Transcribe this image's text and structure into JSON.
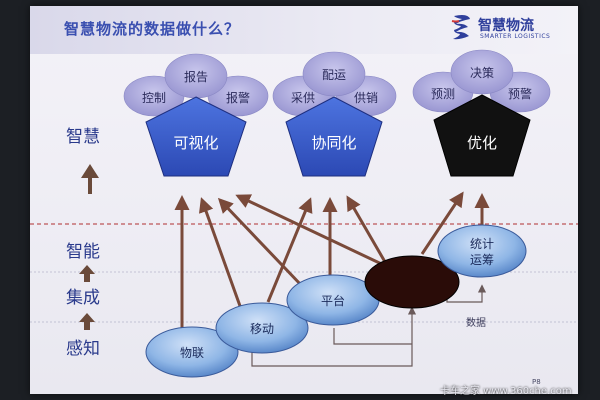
{
  "slide": {
    "title": "智慧物流的数据做什么？",
    "page_number": "P8"
  },
  "brand": {
    "name": "智慧物流",
    "subtitle": "SMARTER LOGISTICS",
    "colors": {
      "primary": "#2f3f9c",
      "accent": "#d23a3a"
    }
  },
  "levels": {
    "wisdom": "智慧",
    "intelligence": "智能",
    "integration": "集成",
    "perception": "感知"
  },
  "groups": {
    "visualize": {
      "label": "可视化",
      "petals": {
        "left": "控制",
        "top": "报告",
        "right": "报警"
      }
    },
    "collaborate": {
      "label": "协同化",
      "petals": {
        "left": "采供",
        "top": "配运",
        "right": "供销"
      }
    },
    "optimize": {
      "label": "优化",
      "petals": {
        "left": "预测",
        "top": "决策",
        "right": "预警"
      }
    }
  },
  "nodes": {
    "iot": "物联",
    "mobile": "移动",
    "platform": "平台",
    "analytics": "统计\n运筹",
    "data": "数据"
  },
  "colors": {
    "pentagon_blue": "#3f62d2",
    "pentagon_black": "#111111",
    "petal": "#a9a6d9",
    "node_blue": "#8fb6e6",
    "node_dark": "#2a0c08",
    "arrow": "#7a4a3a",
    "dashed_line": "#b03030"
  },
  "watermark": "卡车之家 www.360che.com"
}
